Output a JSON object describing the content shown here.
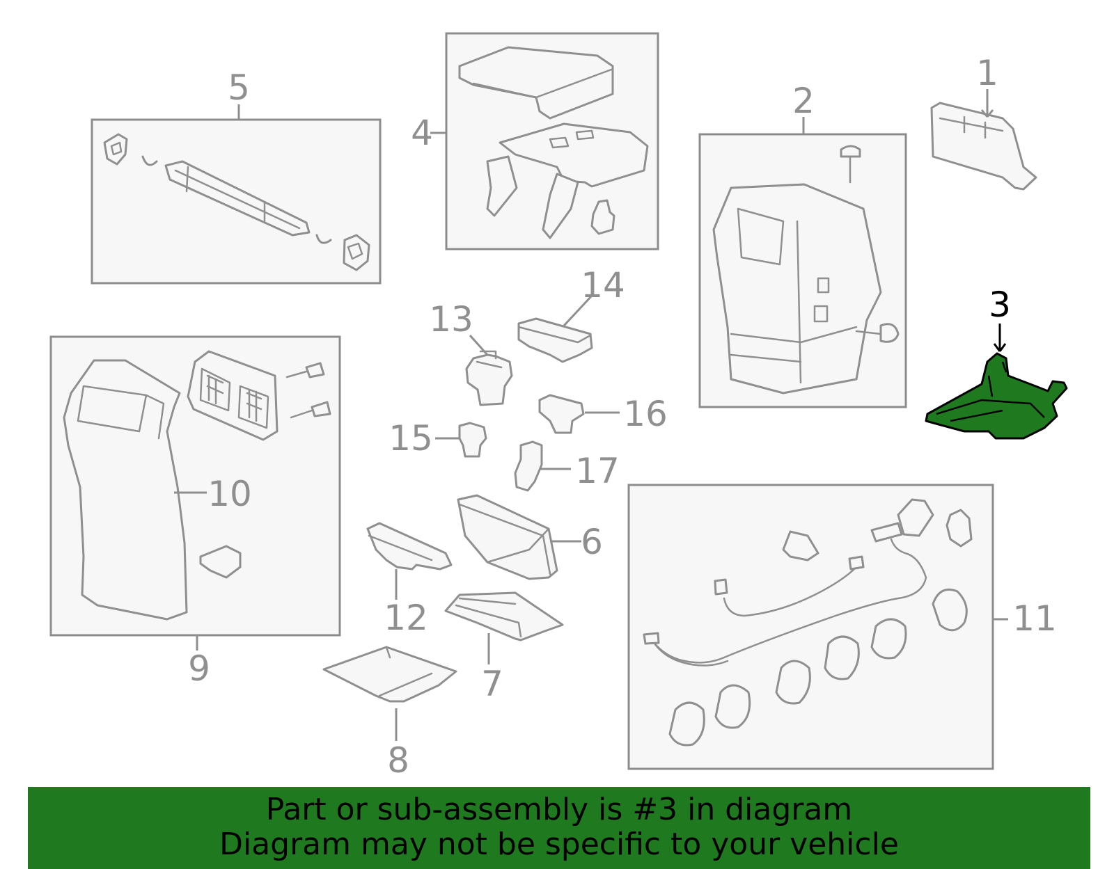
{
  "diagram": {
    "callouts": [
      {
        "id": "1",
        "text": "1"
      },
      {
        "id": "2",
        "text": "2"
      },
      {
        "id": "3",
        "text": "3"
      },
      {
        "id": "4",
        "text": "4"
      },
      {
        "id": "5",
        "text": "5"
      },
      {
        "id": "6",
        "text": "6"
      },
      {
        "id": "7",
        "text": "7"
      },
      {
        "id": "8",
        "text": "8"
      },
      {
        "id": "9",
        "text": "9"
      },
      {
        "id": "10",
        "text": "10"
      },
      {
        "id": "11",
        "text": "11"
      },
      {
        "id": "12",
        "text": "12"
      },
      {
        "id": "13",
        "text": "13"
      },
      {
        "id": "14",
        "text": "14"
      },
      {
        "id": "15",
        "text": "15"
      },
      {
        "id": "16",
        "text": "16"
      },
      {
        "id": "17",
        "text": "17"
      }
    ],
    "highlighted_part": "3",
    "highlight_color": "#1f7a1f",
    "line_color": "#8f8f8f"
  },
  "banner": {
    "line1": "Part or sub-assembly is #3 in diagram",
    "line2": "Diagram may not be specific to your vehicle",
    "background": "#1f7a1f"
  }
}
